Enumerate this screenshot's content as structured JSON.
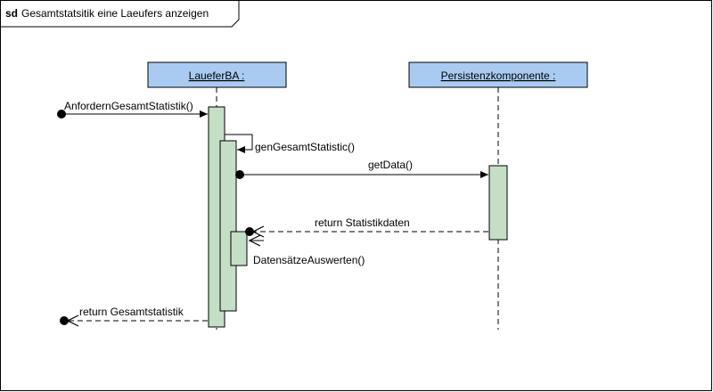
{
  "diagram": {
    "frame_keyword": "sd",
    "frame_title": "Gesamtstatsitik eine Laeufers anzeigen",
    "lifelines": [
      {
        "label": "LaueferBA :"
      },
      {
        "label": "Persistenzkomponente :"
      }
    ],
    "messages": {
      "anfordern": "AnfordernGesamtStatistik()",
      "gen": "genGesamtStatistic()",
      "getdata": "getData()",
      "return_statistik": "return Statistikdaten",
      "auswerten": "DatensätzeAuswerten()",
      "return_gesamt": "return Gesamtstatistik"
    },
    "colors": {
      "lifeline_head": "#a9cbf2",
      "activation": "#c5dfc6",
      "line": "#000000"
    }
  }
}
